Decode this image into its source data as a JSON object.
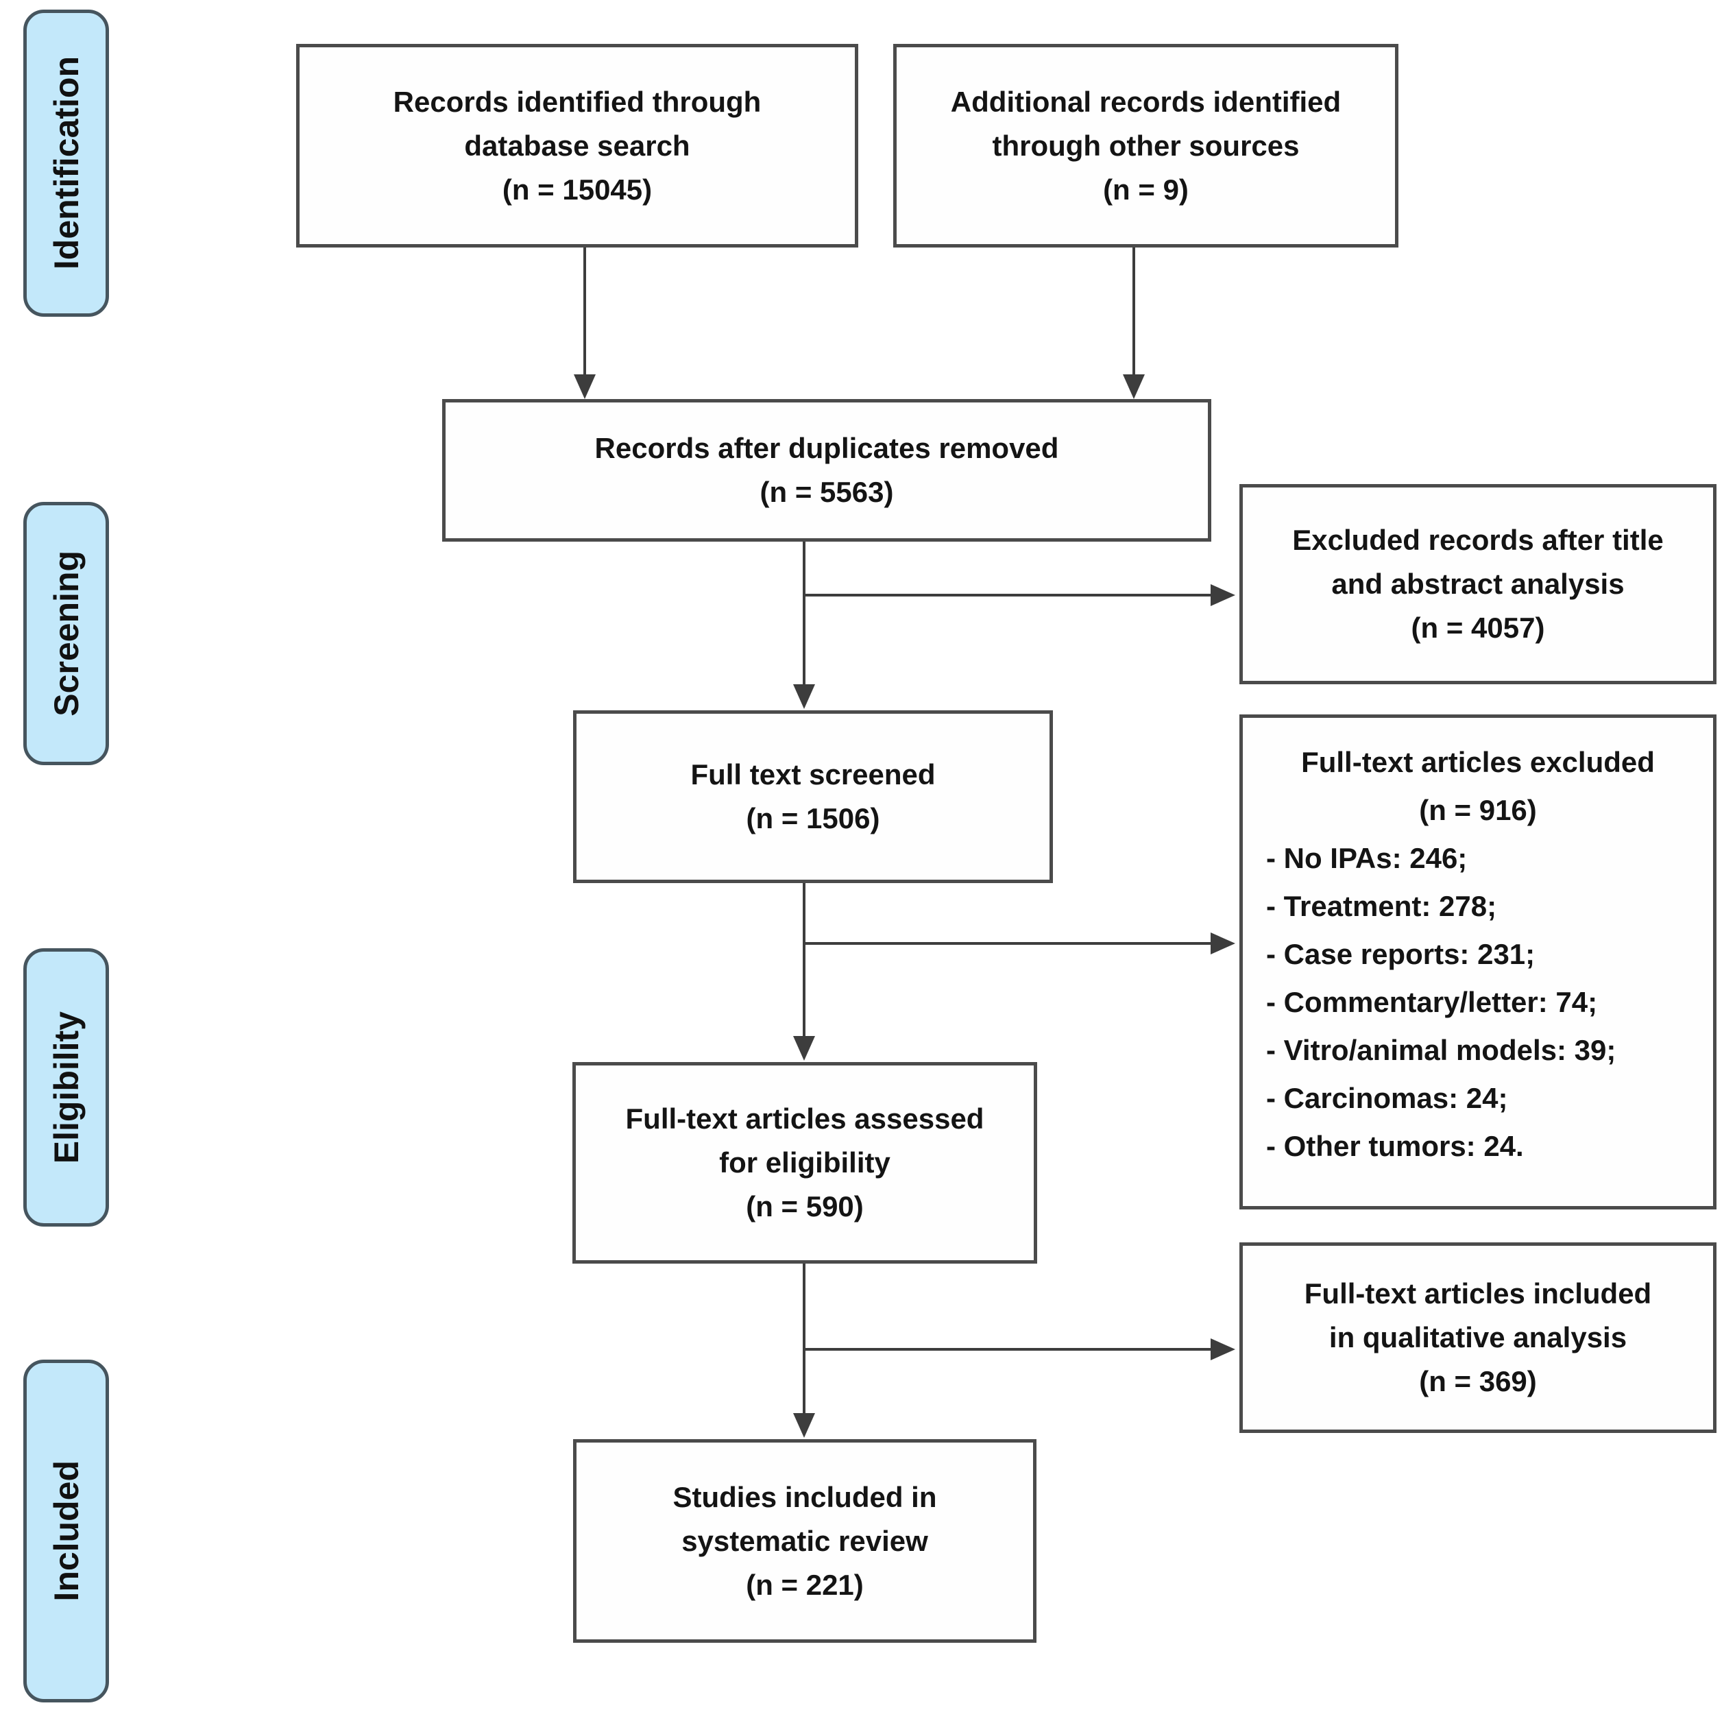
{
  "stages": [
    {
      "label": "Identification"
    },
    {
      "label": "Screening"
    },
    {
      "label": "Eligibility"
    },
    {
      "label": "Included"
    }
  ],
  "boxes": {
    "identified": {
      "lines": [
        "Records identified through",
        "database search",
        "(n = 15045)"
      ]
    },
    "additional": {
      "lines": [
        "Additional records identified",
        "through other sources",
        "(n = 9)"
      ]
    },
    "deduplicated": {
      "lines": [
        "Records after duplicates removed",
        "(n = 5563)"
      ]
    },
    "excluded_title_abstract": {
      "lines": [
        "Excluded records after title",
        "and abstract analysis",
        "(n = 4057)"
      ]
    },
    "fulltext_screened": {
      "lines": [
        "Full text screened",
        "(n = 1506)"
      ]
    },
    "fulltext_excluded": {
      "title_lines": [
        "Full-text articles excluded",
        "(n = 916)"
      ],
      "items": [
        "- No IPAs: 246;",
        "- Treatment: 278;",
        "- Case reports: 231;",
        "- Commentary/letter: 74;",
        "- Vitro/animal models: 39;",
        "- Carcinomas: 24;",
        "- Other tumors: 24."
      ]
    },
    "assessed": {
      "lines": [
        "Full-text articles assessed",
        "for eligibility",
        "(n = 590)"
      ]
    },
    "qualitative": {
      "lines": [
        "Full-text articles included",
        "in qualitative analysis",
        "(n = 369)"
      ]
    },
    "included_review": {
      "lines": [
        "Studies included in",
        "systematic review",
        "(n = 221)"
      ]
    }
  },
  "colors": {
    "stage_fill": "#c3e8fa",
    "stage_border": "#46555e",
    "box_fill": "#fefefe",
    "box_border": "#4b4b4b",
    "arrow": "#3d3d3d",
    "text": "#141414"
  }
}
